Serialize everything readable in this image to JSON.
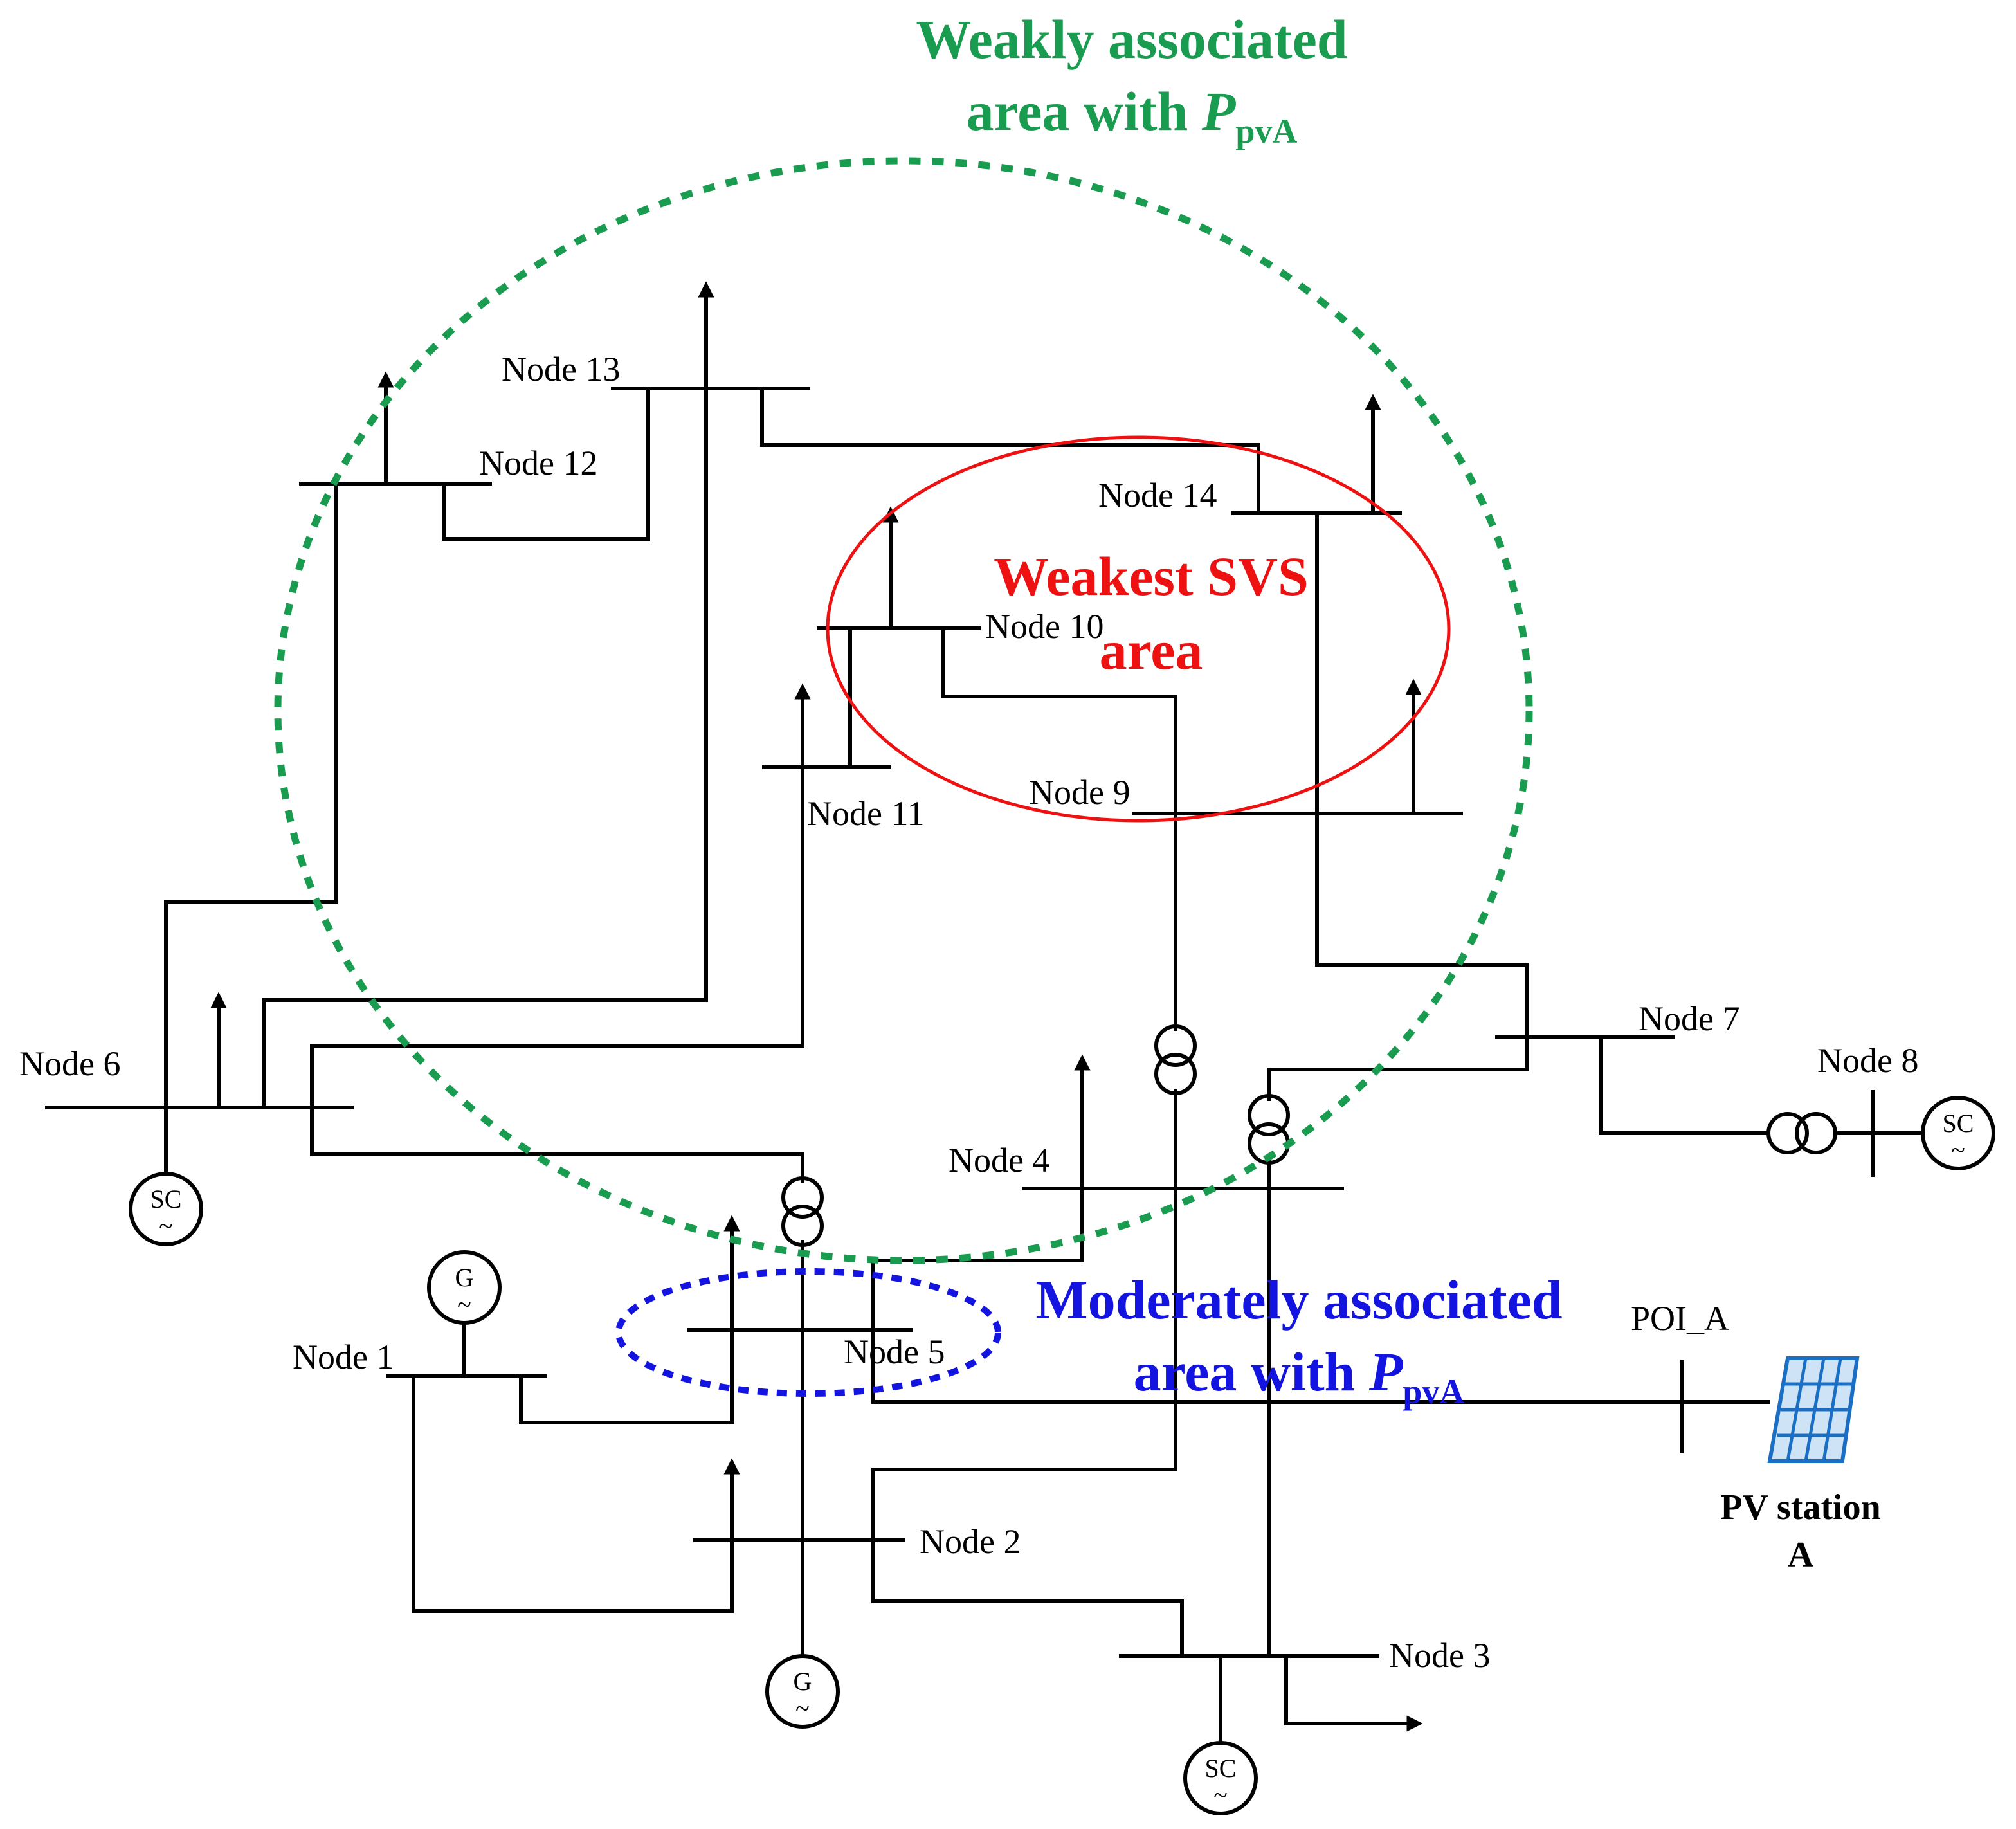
{
  "areas": {
    "weak": {
      "line1": "Weakly associated",
      "line2_prefix": "area with ",
      "symbol": "P",
      "subscript": "pvA",
      "color": "#1a9c50"
    },
    "weakest": {
      "line1": "Weakest SVS",
      "line2": "area",
      "color": "#ee1111"
    },
    "moderate": {
      "line1": "Moderately associated",
      "line2_prefix": "area with ",
      "symbol": "P",
      "subscript": "pvA",
      "color": "#1414e0"
    }
  },
  "nodes": {
    "n1": "Node 1",
    "n2": "Node 2",
    "n3": "Node 3",
    "n4": "Node 4",
    "n5": "Node 5",
    "n6": "Node 6",
    "n7": "Node 7",
    "n8": "Node 8",
    "n9": "Node 9",
    "n10": "Node 10",
    "n11": "Node 11",
    "n12": "Node 12",
    "n13": "Node 13",
    "n14": "Node 14",
    "poi": "POI_A"
  },
  "symbols": {
    "generator": "G",
    "sync_condenser": "SC",
    "tilde": "~"
  },
  "pv_station": {
    "line1": "PV station",
    "line2": "A",
    "panel_color": "#1a6fc4"
  }
}
